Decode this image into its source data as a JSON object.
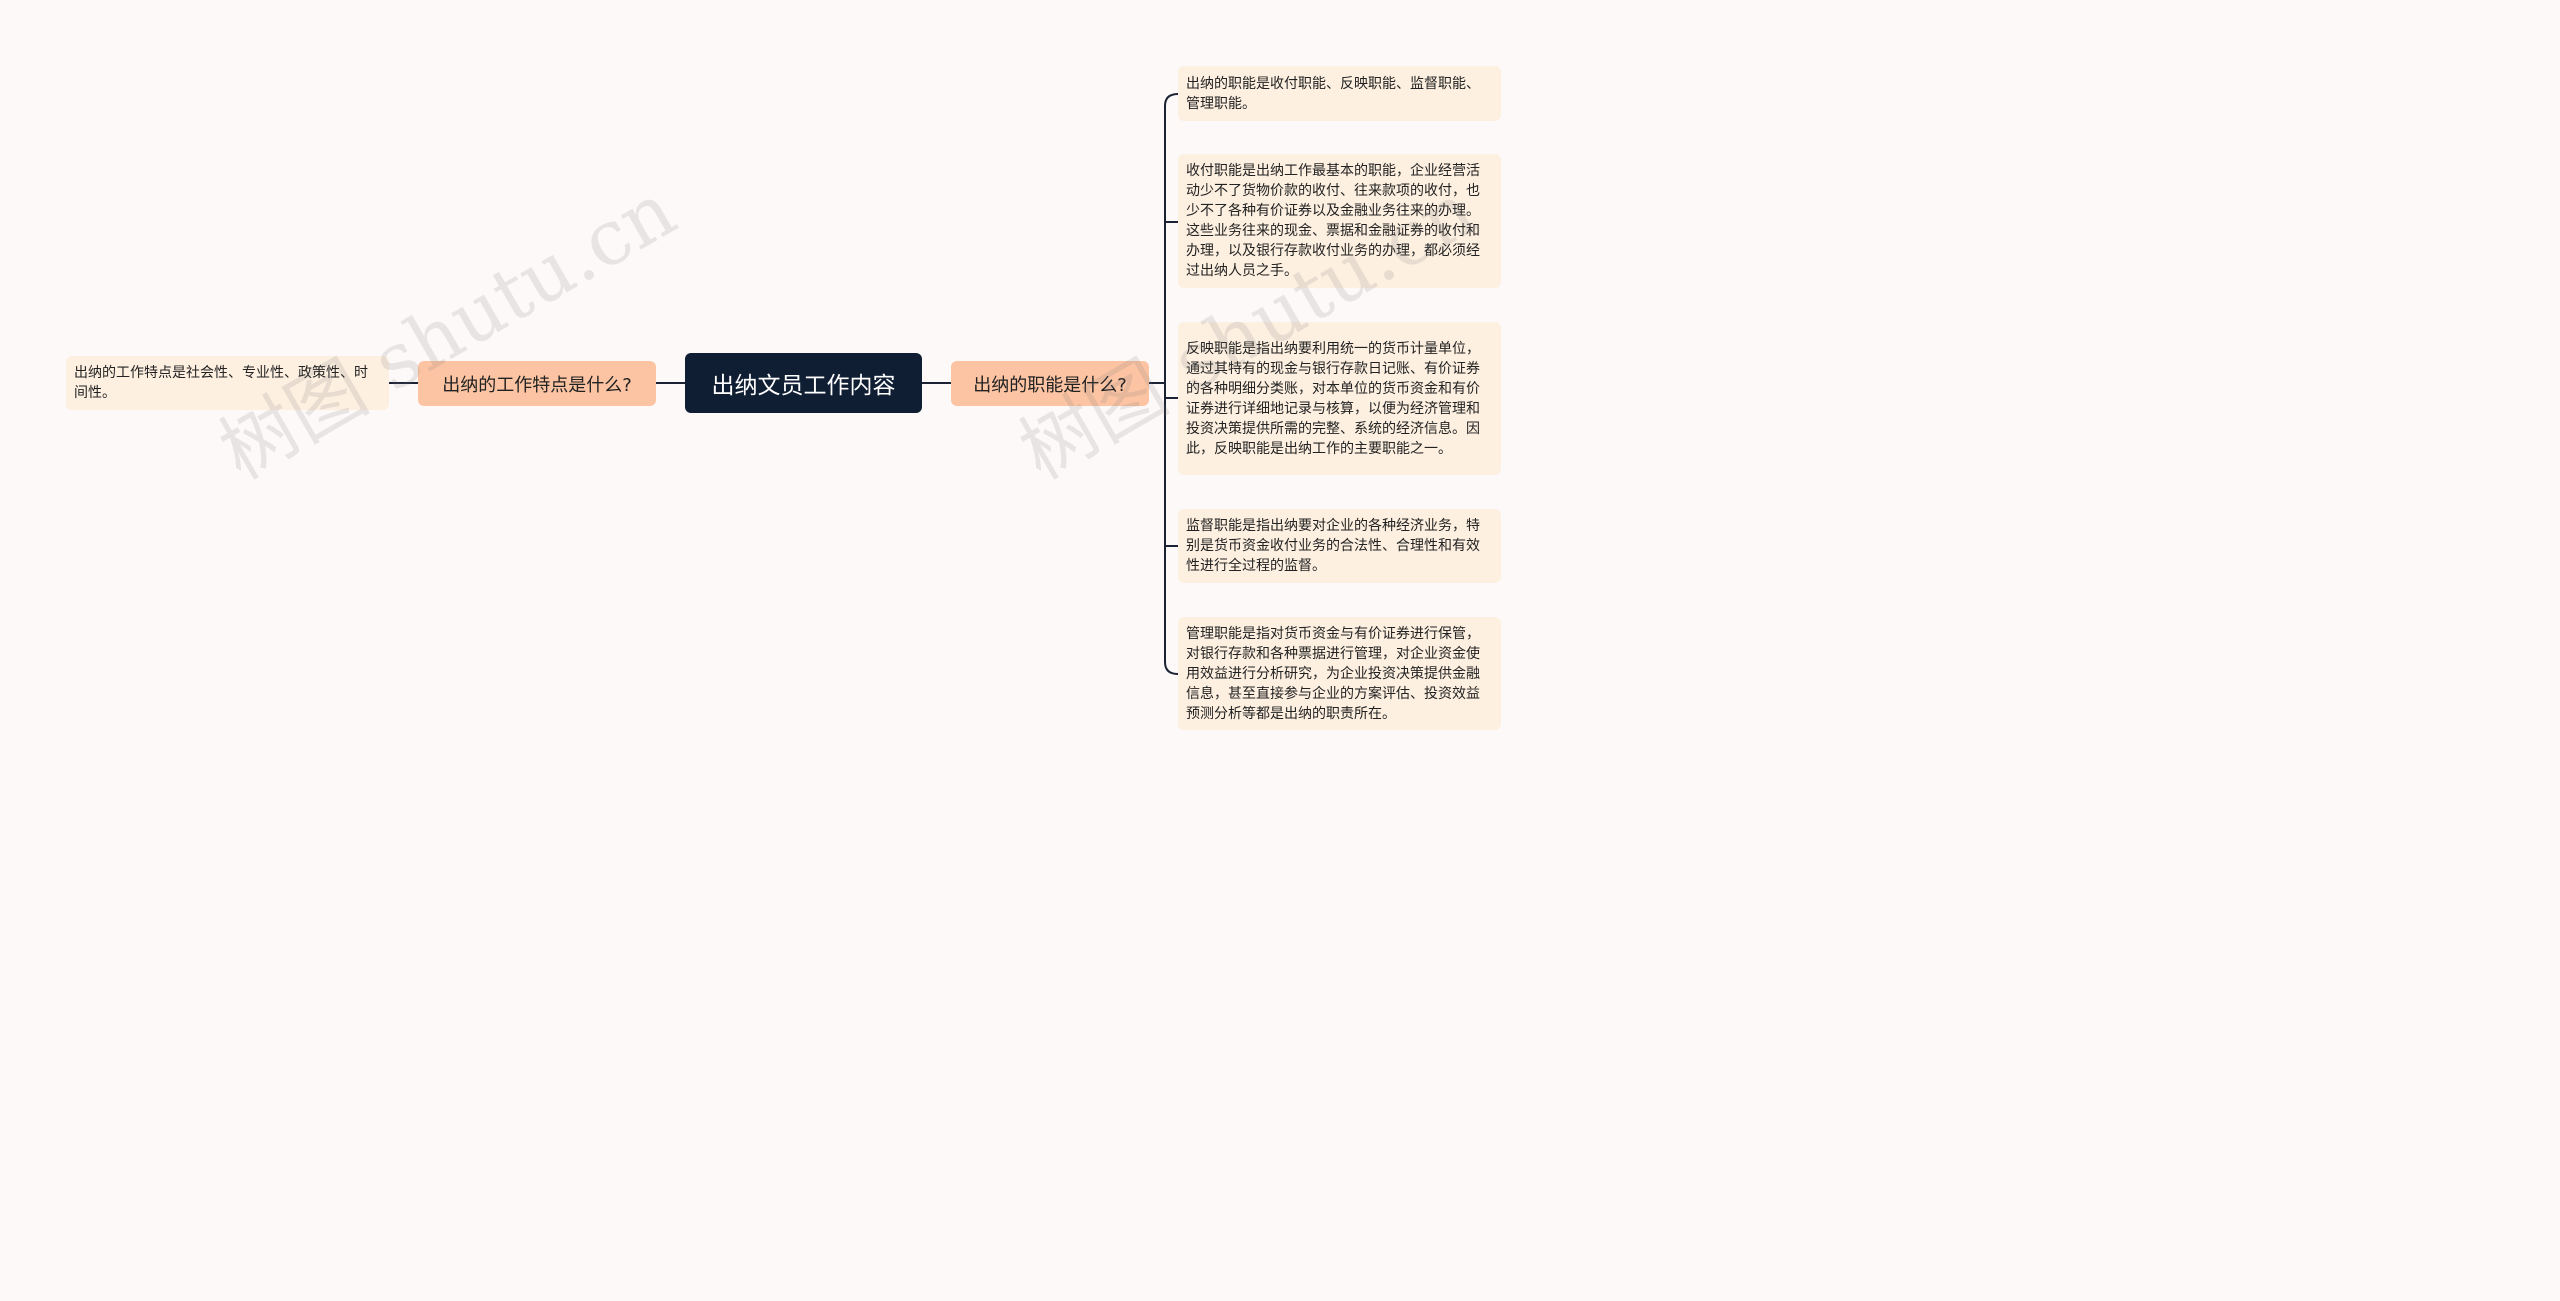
{
  "root": {
    "label": "出纳文员工作内容"
  },
  "left_branch": {
    "label": "出纳的工作特点是什么?",
    "children": [
      "出纳的工作特点是社会性、专业性、政策性、时间性。"
    ]
  },
  "right_branch": {
    "label": "出纳的职能是什么?",
    "children": [
      "出纳的职能是收付职能、反映职能、监督职能、管理职能。",
      "收付职能是出纳工作最基本的职能，企业经营活动少不了货物价款的收付、往来款项的收付，也少不了各种有价证券以及金融业务往来的办理。这些业务往来的现金、票据和金融证券的收付和办理，以及银行存款收付业务的办理，都必须经过出纳人员之手。",
      "反映职能是指出纳要利用统一的货币计量单位，通过其特有的现金与银行存款日记账、有价证券的各种明细分类账，对本单位的货币资金和有价证券进行详细地记录与核算，以便为经济管理和投资决策提供所需的完整、系统的经济信息。因此，反映职能是出纳工作的主要职能之一。",
      "监督职能是指出纳要对企业的各种经济业务，特别是货币资金收付业务的合法性、合理性和有效性进行全过程的监督。",
      "管理职能是指对货币资金与有价证券进行保管，对银行存款和各种票据进行管理，对企业资金使用效益进行分析研究，为企业投资决策提供金融信息，甚至直接参与企业的方案评估、投资效益预测分析等都是出纳的职责所在。"
    ]
  },
  "watermark": "树图 shutu.cn",
  "colors": {
    "background": "#fdf9f8",
    "root_fill": "#0f1e33",
    "branch_fill": "#fcc4a3",
    "leaf_fill": "#fdf0e1",
    "connector": "#1b2233"
  }
}
